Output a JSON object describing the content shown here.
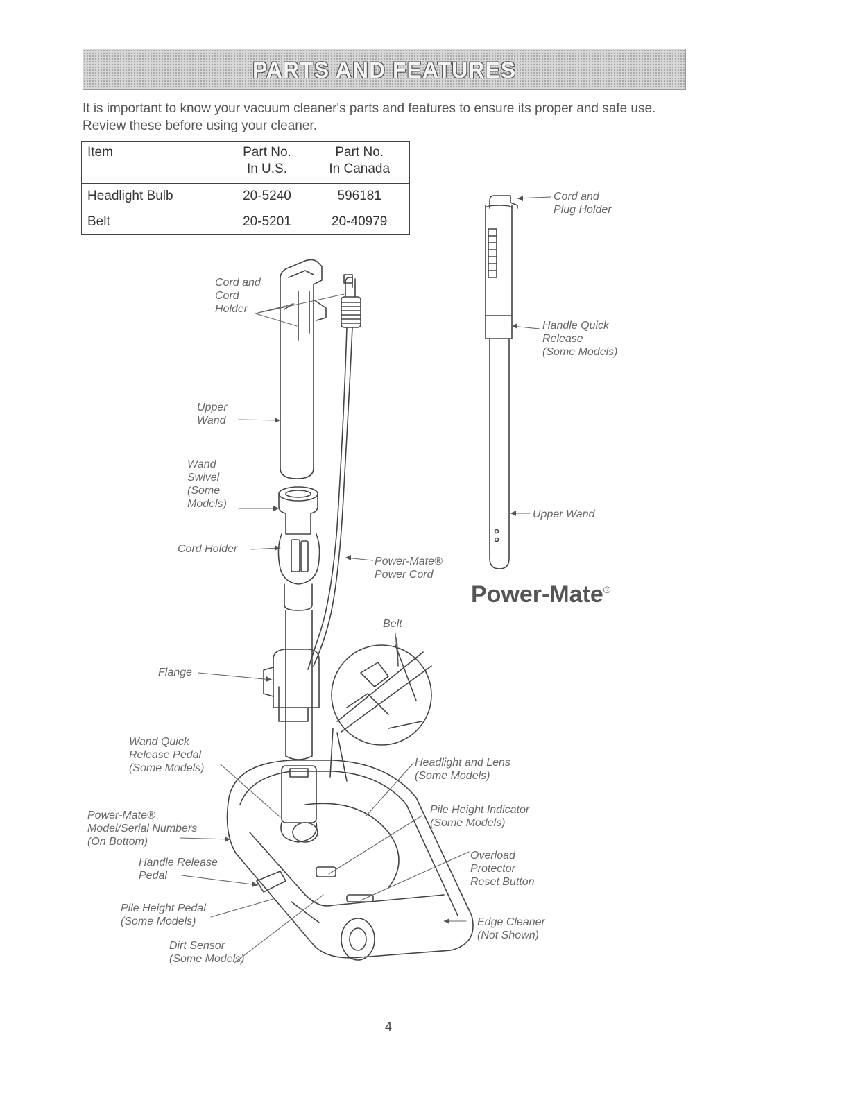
{
  "header": {
    "title": "PARTS AND FEATURES"
  },
  "intro": "It is important to know your vacuum cleaner's parts and features to ensure its proper and safe use. Review these before using your cleaner.",
  "parts_table": {
    "headers": [
      "Item",
      "Part No.\nIn U.S.",
      "Part No.\nIn Canada"
    ],
    "rows": [
      [
        "Headlight Bulb",
        "20-5240",
        "596181"
      ],
      [
        "Belt",
        "20-5201",
        "20-40979"
      ]
    ]
  },
  "labels": {
    "cord_and_cord_holder": "Cord and\nCord\nHolder",
    "upper_wand_left": "Upper\nWand",
    "wand_swivel": "Wand\nSwivel\n(Some\nModels)",
    "cord_holder": "Cord Holder",
    "power_mate_power_cord": "Power-Mate®\nPower Cord",
    "belt": "Belt",
    "flange": "Flange",
    "wand_quick_release_pedal": "Wand Quick\nRelease Pedal\n(Some Models)",
    "headlight_and_lens": "Headlight and Lens\n(Some Models)",
    "model_serial_numbers": "Power-Mate®\nModel/Serial Numbers\n(On Bottom)",
    "pile_height_indicator": "Pile Height Indicator\n(Some Models)",
    "handle_release_pedal": "Handle Release\nPedal",
    "overload_protector": "Overload\nProtector\nReset Button",
    "pile_height_pedal": "Pile Height Pedal\n(Some Models)",
    "edge_cleaner": "Edge Cleaner\n(Not Shown)",
    "dirt_sensor": "Dirt Sensor\n(Some Models)",
    "cord_and_plug_holder": "Cord and\nPlug Holder",
    "handle_quick_release": "Handle Quick\nRelease\n(Some Models)",
    "upper_wand_right": "Upper Wand"
  },
  "brand": {
    "name": "Power-Mate",
    "mark": "®"
  },
  "page_number": "4"
}
